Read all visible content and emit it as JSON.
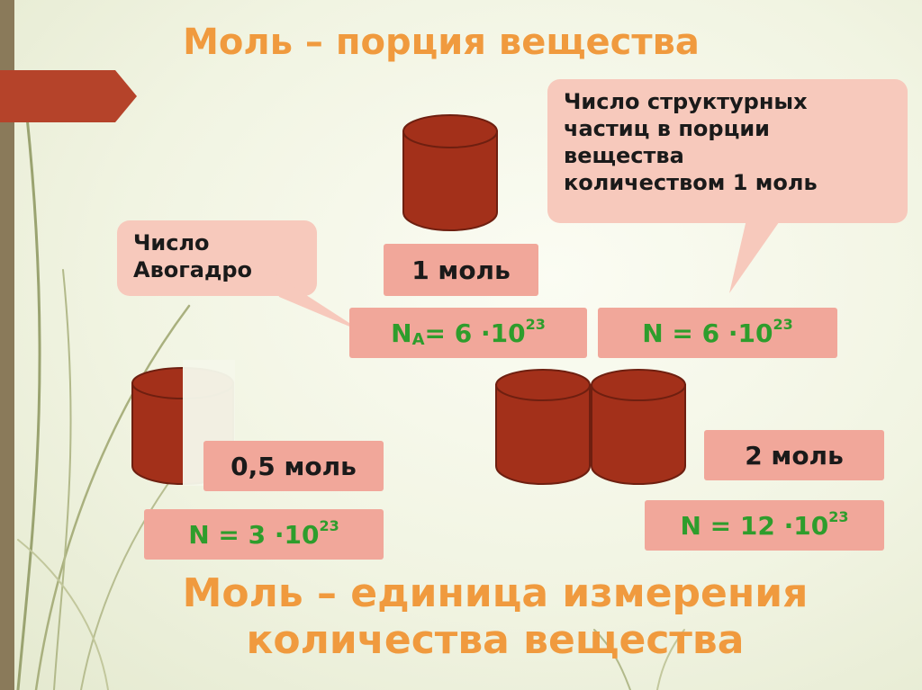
{
  "header": {
    "title": "Моль – порция вещества"
  },
  "callouts": {
    "avogadro": {
      "line1": "Число",
      "line2": "Авогадро"
    },
    "particles": {
      "line1": "Число структурных",
      "line2": "частиц в порции",
      "line3": "вещества",
      "line4": "количеством 1 моль"
    }
  },
  "portions": {
    "one": {
      "label": "1 моль"
    },
    "half": {
      "label": "0,5 моль"
    },
    "two": {
      "label": "2 моль"
    }
  },
  "formulas": {
    "avogadro": {
      "symbol": "N",
      "subscript": "A",
      "rest": " = 6 ·10",
      "exponent": "23"
    },
    "one": {
      "text": "N = 6 ·10",
      "exponent": "23"
    },
    "half": {
      "text": "N = 3 ·10",
      "exponent": "23"
    },
    "two": {
      "text": "N = 12 ·10",
      "exponent": "23"
    }
  },
  "footer": {
    "line1": "Моль – единица измерения",
    "line2": "количества вещества"
  },
  "colors": {
    "title": "#f09a3e",
    "box_fill": "#f1a79a",
    "callout_fill": "#f7c9bc",
    "formula_text": "#2e9d2c",
    "cylinder": "#a3301a",
    "accent_bar": "#b5432a"
  }
}
